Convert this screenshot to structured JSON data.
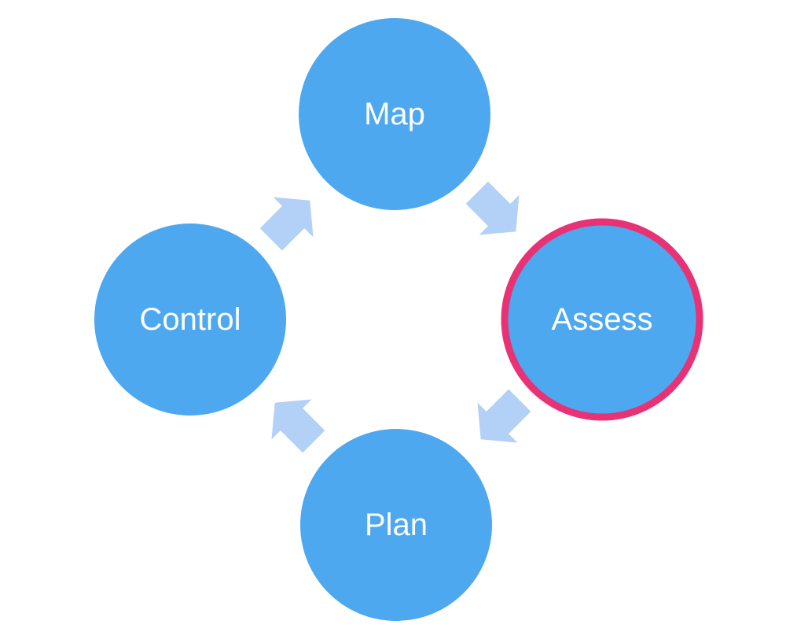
{
  "diagram": {
    "type": "cycle",
    "nodes": [
      {
        "id": "map",
        "label": "Map",
        "highlighted": false
      },
      {
        "id": "assess",
        "label": "Assess",
        "highlighted": true
      },
      {
        "id": "plan",
        "label": "Plan",
        "highlighted": false
      },
      {
        "id": "control",
        "label": "Control",
        "highlighted": false
      }
    ],
    "edges": [
      {
        "from": "map",
        "to": "assess"
      },
      {
        "from": "assess",
        "to": "plan"
      },
      {
        "from": "plan",
        "to": "control"
      },
      {
        "from": "control",
        "to": "map"
      }
    ],
    "colors": {
      "node_fill": "#4da8ef",
      "highlight_ring": "#e83275",
      "arrow_fill": "#b3d0f6",
      "label_text": "#ffffff"
    }
  }
}
